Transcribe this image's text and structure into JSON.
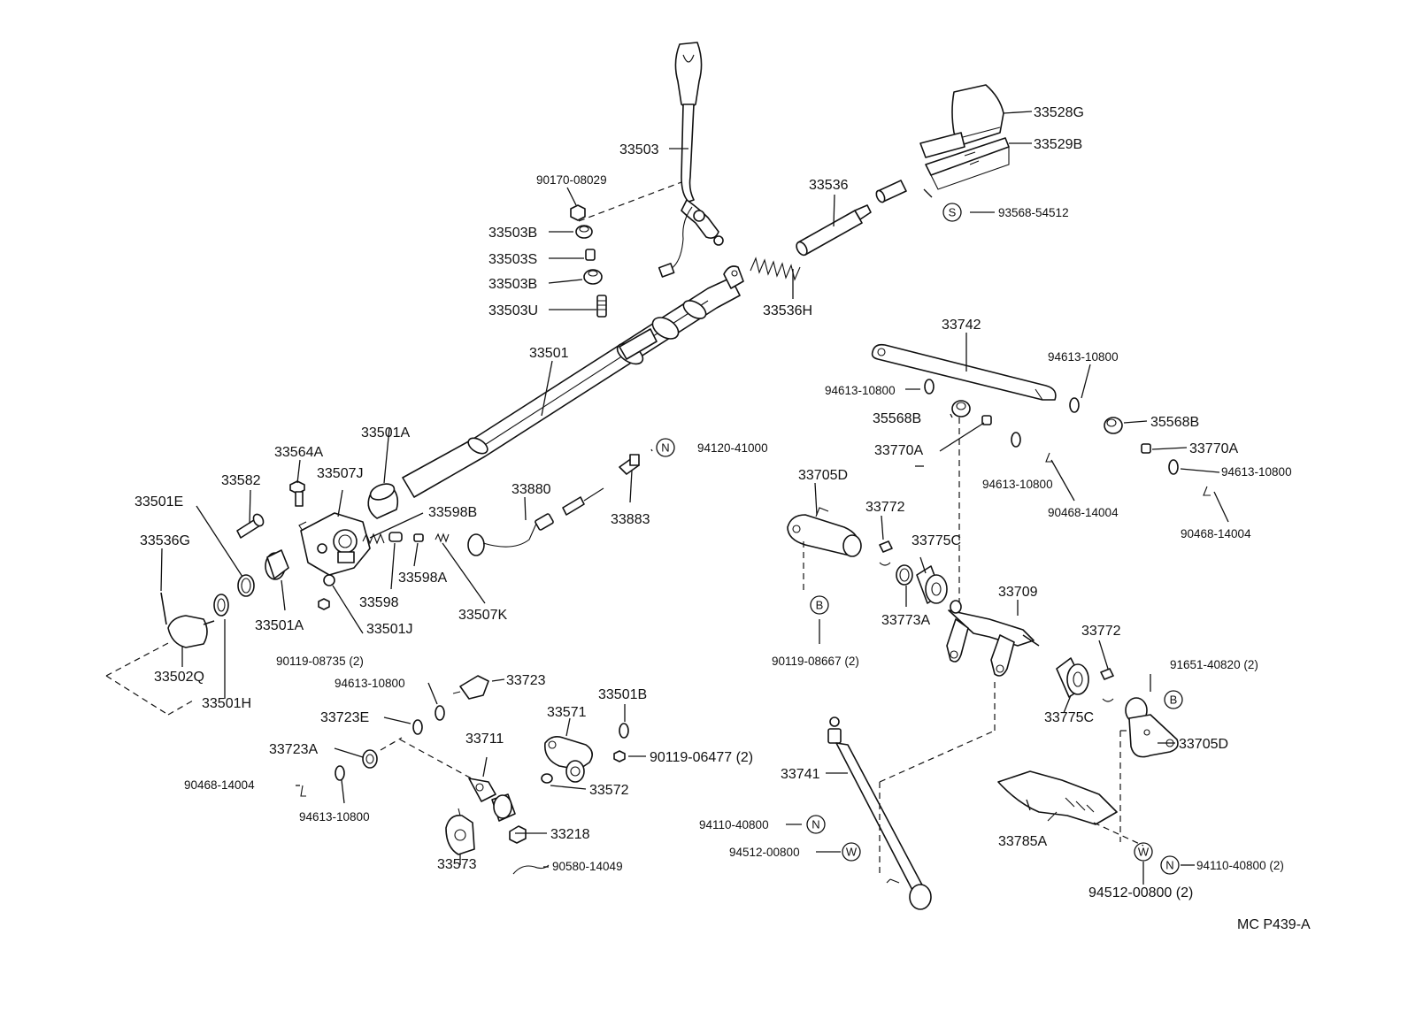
{
  "diagram": {
    "code": "MC  P439-A",
    "labels": {
      "p33503": "33503",
      "p90170_08029": "90170-08029",
      "p33503B_1": "33503B",
      "p33503S": "33503S",
      "p33503B_2": "33503B",
      "p33503U": "33503U",
      "p33528G": "33528G",
      "p33529B": "33529B",
      "p33536": "33536",
      "p93568_54512": "93568-54512",
      "p33536H": "33536H",
      "p33501": "33501",
      "p33742": "33742",
      "p94613_10800_a": "94613-10800",
      "p94613_10800_b": "94613-10800",
      "p35568B_a": "35568B",
      "p35568B_b": "35568B",
      "p33770A_a": "33770A",
      "p33770A_b": "33770A",
      "p94613_10800_c": "94613-10800",
      "p94613_10800_d": "94613-10800",
      "p90468_14004_a": "90468-14004",
      "p90468_14004_b": "90468-14004",
      "p33501A_top": "33501A",
      "p94120_41000": "94120-41000",
      "p33564A": "33564A",
      "p33507J": "33507J",
      "p33582": "33582",
      "p33501E": "33501E",
      "p33880": "33880",
      "p33598B": "33598B",
      "p33883": "33883",
      "p33705D_a": "33705D",
      "p33772_a": "33772",
      "p33775C_a": "33775C",
      "p33536G": "33536G",
      "p33598": "33598",
      "p33598A": "33598A",
      "p33507K": "33507K",
      "p33501A_bot": "33501A",
      "p33501J": "33501J",
      "p90119_08735": "90119-08735 (2)",
      "p33773A": "33773A",
      "p33709": "33709",
      "p90119_08667": "90119-08667 (2)",
      "p33772_b": "33772",
      "p91651_40820": "91651-40820 (2)",
      "p33502Q": "33502Q",
      "p94613_10800_e": "94613-10800",
      "p33723": "33723",
      "p33501H": "33501H",
      "p33501B": "33501B",
      "p33571": "33571",
      "p33723E": "33723E",
      "p33775C_b": "33775C",
      "p33705D_b": "33705D",
      "p33711": "33711",
      "p33723A": "33723A",
      "p90119_06477": "90119-06477 (2)",
      "p33572": "33572",
      "p33741": "33741",
      "p90468_14004_c": "90468-14004",
      "p94613_10800_f": "94613-10800",
      "p94110_40800_a": "94110-40800",
      "p33218": "33218",
      "p33785A": "33785A",
      "p94512_00800_a": "94512-00800",
      "p33573": "33573",
      "p90580_14049": "90580-14049",
      "p94110_40800_b": "94110-40800 (2)",
      "p94512_00800_b": "94512-00800 (2)"
    },
    "symbols": {
      "s": "S",
      "n": "N",
      "b": "B",
      "w": "W"
    }
  }
}
